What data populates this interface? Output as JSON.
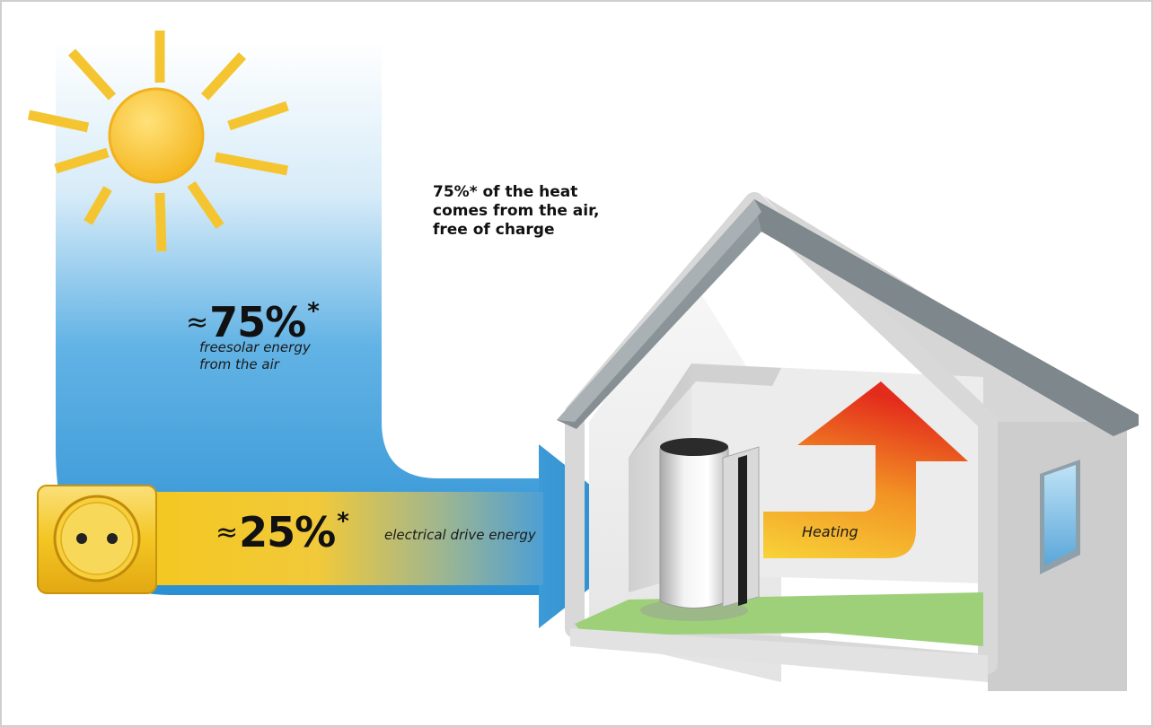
{
  "heading": {
    "line1": "75%* of the heat",
    "line2": "comes from the air,",
    "line3": "free of charge"
  },
  "solar": {
    "approx_symbol": "≈",
    "percent": "75%",
    "asterisk": "*",
    "label_line1": "freesolar energy",
    "label_line2": "from the air"
  },
  "electrical": {
    "approx_symbol": "≈",
    "percent": "25%",
    "asterisk": "*",
    "label": "electrical drive energy"
  },
  "heating": {
    "label": "Heating"
  },
  "colors": {
    "sky_blue": "#3a9bd8",
    "sun_yellow": "#f4c430",
    "socket_yellow": "#f2c21b",
    "heat_orange": "#f08a1c",
    "heat_red": "#e2261c",
    "roof_gray": "#808b90",
    "wall_white": "#f4f4f4",
    "floor_green": "#9ed07a"
  },
  "icons": [
    "sun-icon",
    "power-socket-icon",
    "heat-pump-unit-icon",
    "house-icon"
  ]
}
